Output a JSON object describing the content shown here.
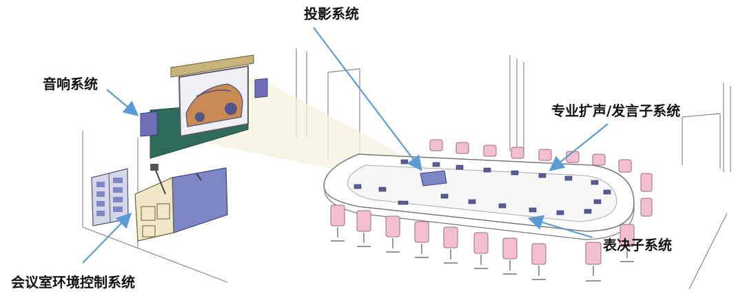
{
  "labels": {
    "projection": "投影系统",
    "audio": "音响系统",
    "pa_speech": "专业扩声/发言子系统",
    "voting": "表决子系统",
    "env_control": "会议室环境控制系统"
  },
  "colors": {
    "arrow": "#5b9bd5",
    "chair": "#f3bfcf",
    "table": "#ffffff",
    "floor_line": "#8a8a8a",
    "screen_frame": "#5a5a5a",
    "cabinet": "#7f86c6",
    "speaker": "#6f6fb7",
    "board": "#2f6b5a"
  }
}
